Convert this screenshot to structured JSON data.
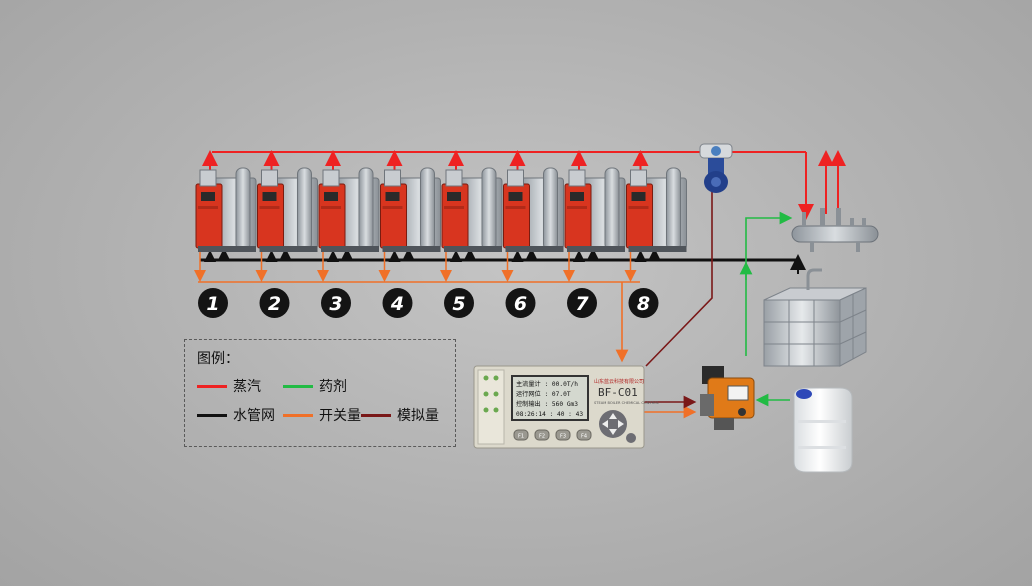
{
  "boilers": [
    {
      "number": "1"
    },
    {
      "number": "2"
    },
    {
      "number": "3"
    },
    {
      "number": "4"
    },
    {
      "number": "5"
    },
    {
      "number": "6"
    },
    {
      "number": "7"
    },
    {
      "number": "8"
    }
  ],
  "legend": {
    "title": "图例：",
    "items": [
      {
        "label": "蒸汽",
        "color": "#ee2222"
      },
      {
        "label": "药剂",
        "color": "#22bb44"
      },
      {
        "label": "水管网",
        "color": "#111111"
      },
      {
        "label": "开关量",
        "color": "#f07028"
      },
      {
        "label": "模拟量",
        "color": "#7a1818"
      }
    ]
  },
  "controller": {
    "brand": "山东蓝云科技有限公司",
    "model": "BF-C01",
    "subtitle": "STEAM BOILER CHEMICAL CONTROL",
    "screen": [
      "主流量计  : 00.0T/h",
      "运行网位  : 07.0T",
      "控制输出  : 560 Gm3",
      "08:26:14 : 40 : 43"
    ],
    "buttons": [
      "F1",
      "F2",
      "F3",
      "F4"
    ]
  },
  "colors": {
    "steam": "#ee2222",
    "chemical": "#22bb44",
    "water": "#111111",
    "switch_signal": "#f07028",
    "analog_signal": "#7a1818",
    "boiler_red": "#d8351f"
  }
}
